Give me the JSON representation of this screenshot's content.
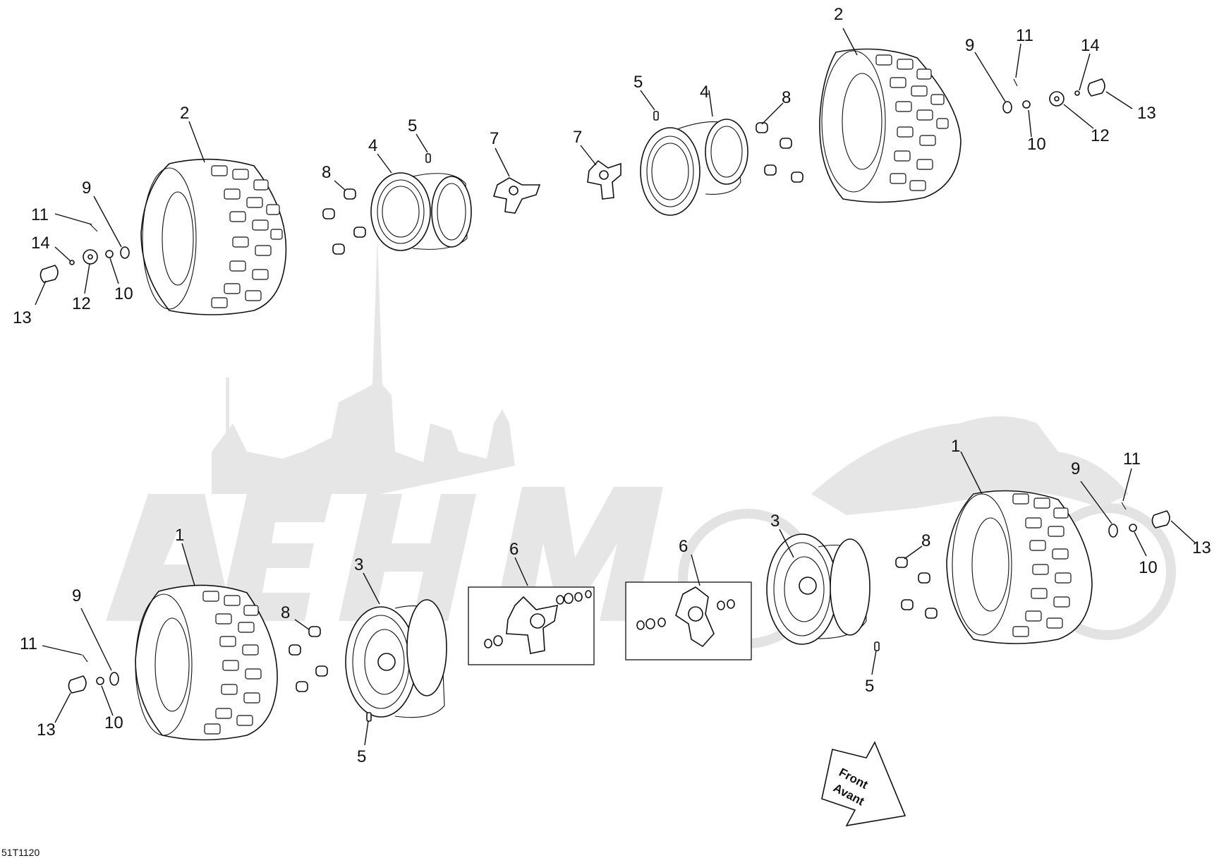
{
  "drawing_code": "51T1120",
  "direction_arrow": {
    "line1": "Front",
    "line2": "Avant"
  },
  "callouts": {
    "top_left": [
      "2",
      "9",
      "11",
      "14",
      "13",
      "12",
      "10"
    ],
    "top_left_rim": [
      "4",
      "5",
      "8",
      "7"
    ],
    "top_right_rim": [
      "7",
      "5",
      "4",
      "8"
    ],
    "top_right": [
      "2",
      "9",
      "11",
      "14",
      "13",
      "12",
      "10"
    ],
    "bottom_left": [
      "1",
      "9",
      "11",
      "13",
      "10",
      "8",
      "3",
      "5"
    ],
    "bottom_center": [
      "6",
      "6"
    ],
    "bottom_right": [
      "3",
      "8",
      "5",
      "1",
      "9",
      "11",
      "10",
      "13"
    ]
  }
}
